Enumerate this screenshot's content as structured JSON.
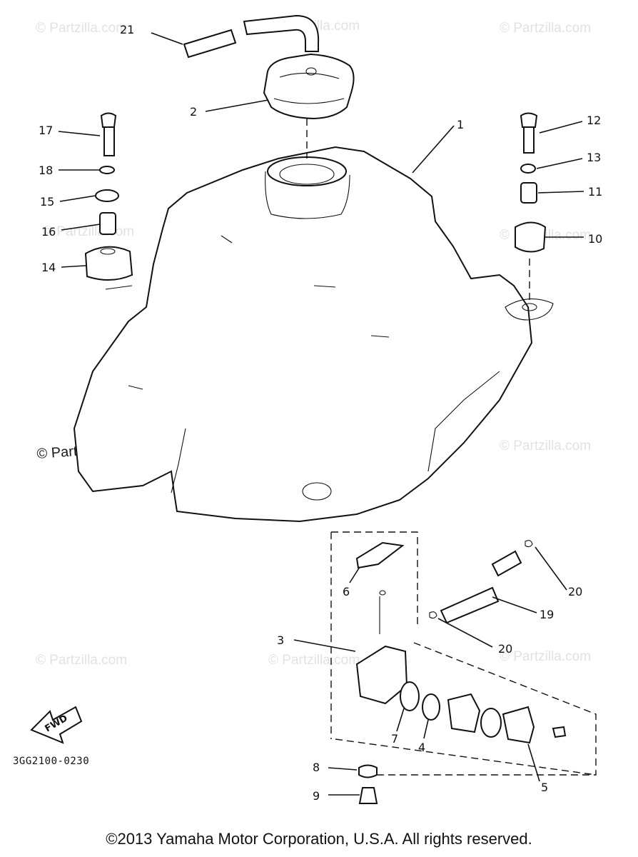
{
  "watermark": "© Partzilla.com",
  "diagram_code": "3GG2100-0230",
  "fwd_label": "FWD",
  "copyright": "©2013 Yamaha Motor Corporation, U.S.A. All rights reserved.",
  "callouts": {
    "c1": "1",
    "c2": "2",
    "c3": "3",
    "c4": "4",
    "c5": "5",
    "c6": "6",
    "c7": "7",
    "c8": "8",
    "c9": "9",
    "c10": "10",
    "c11": "11",
    "c12": "12",
    "c13": "13",
    "c14": "14",
    "c15": "15",
    "c16": "16",
    "c17": "17",
    "c18": "18",
    "c19": "19",
    "c20a": "20",
    "c20b": "20",
    "c21": "21"
  }
}
